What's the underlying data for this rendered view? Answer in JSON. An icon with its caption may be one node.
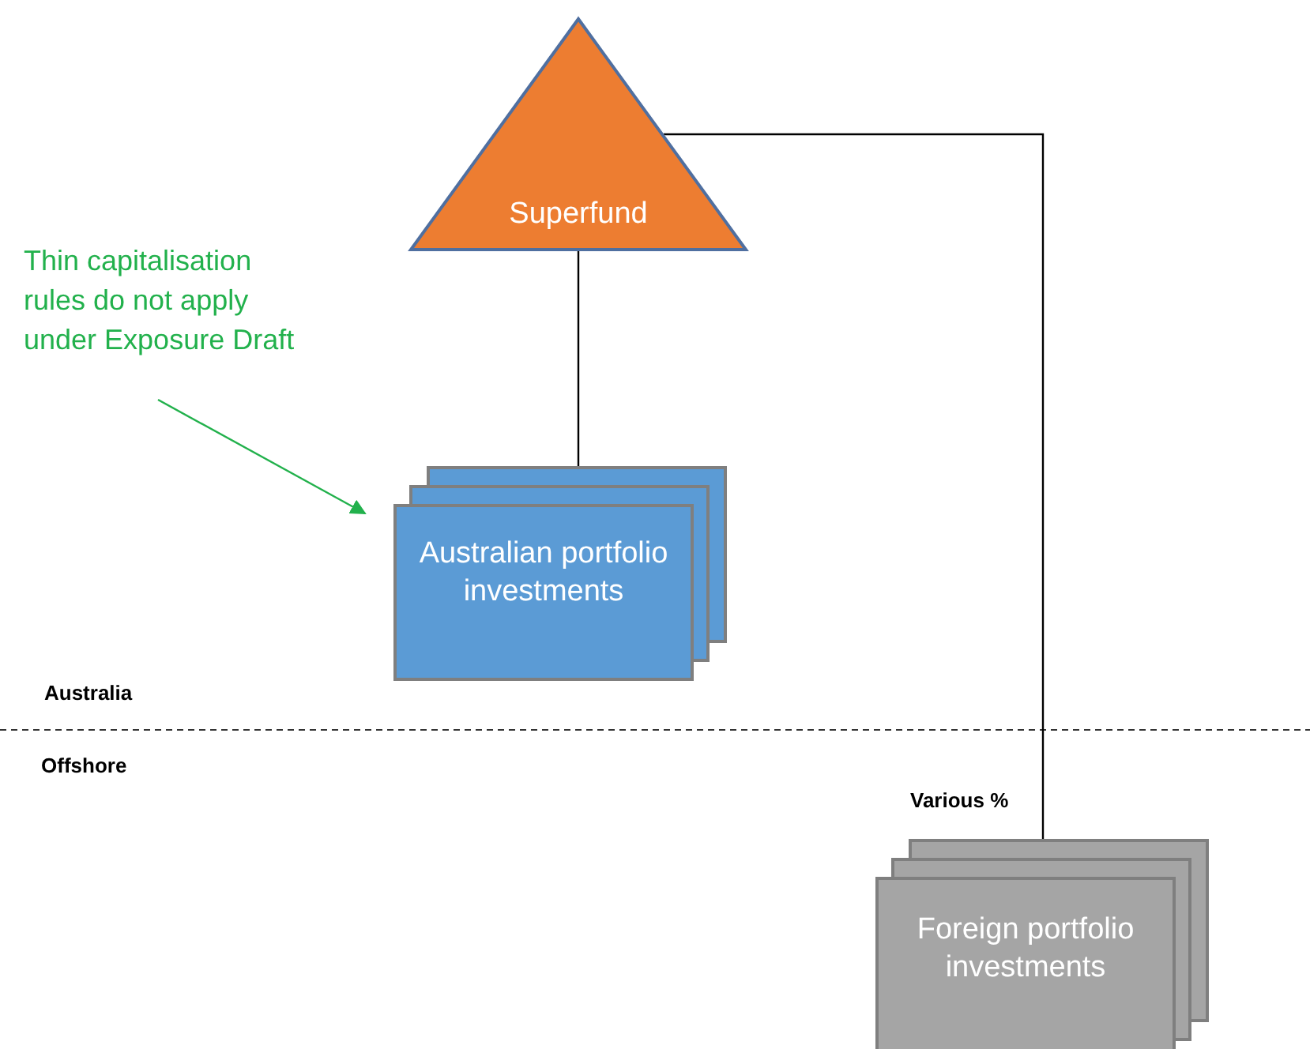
{
  "diagram": {
    "nodes": [
      {
        "text": [
          "Superfund"
        ]
      },
      {
        "text": [
          "Thin capitalisation rules do not apply under Exposure Draft"
        ]
      },
      {
        "text": [
          "Australian portfolio investments"
        ]
      },
      {
        "text": [
          "Foreign portfolio investments"
        ]
      }
    ],
    "edges": [
      {
        "from": 0,
        "to": 2,
        "arrow": "none"
      },
      {
        "from": 0,
        "to": 3,
        "arrow": "none",
        "label": "Various %"
      },
      {
        "from": 1,
        "to": 2,
        "arrow": "to",
        "color": "#22b14c"
      }
    ],
    "labels": [
      "Australia",
      "Offshore"
    ]
  }
}
